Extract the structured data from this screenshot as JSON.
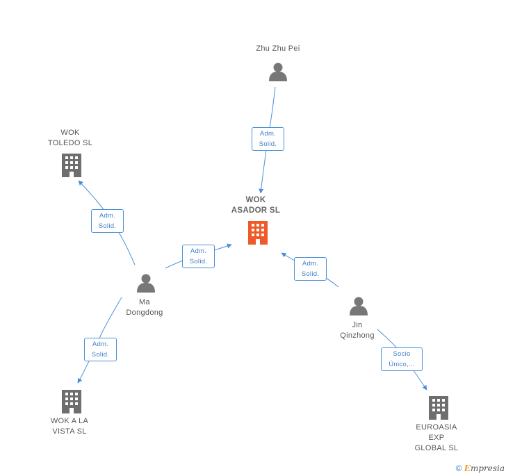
{
  "nodes": {
    "zhu_zhu_pei": {
      "label": "Zhu Zhu Pei",
      "kind": "person"
    },
    "wok_toledo": {
      "label": "WOK\nTOLEDO SL",
      "kind": "company"
    },
    "wok_asador": {
      "label": "WOK\nASADOR SL",
      "kind": "company-main"
    },
    "ma_dongdong": {
      "label": "Ma\nDongdong",
      "kind": "person"
    },
    "jin_qinzhong": {
      "label": "Jin\nQinzhong",
      "kind": "person"
    },
    "wok_a_la_vista": {
      "label": "WOK A LA\nVISTA SL",
      "kind": "company"
    },
    "euroasia": {
      "label": "EUROASIA\nEXP\nGLOBAL SL",
      "kind": "company"
    }
  },
  "relations": {
    "zhu_to_asador": "Adm.\nSolid.",
    "ma_to_toledo": "Adm.\nSolid.",
    "ma_to_asador": "Adm.\nSolid.",
    "jin_to_asador": "Adm.\nSolid.",
    "ma_to_vista": "Adm.\nSolid.",
    "jin_to_euroasia": "Socio\nÚnico,..."
  },
  "colors": {
    "edge": "#4a90d9",
    "person_icon": "#777777",
    "company_icon": "#6e6e6e",
    "main_company_icon": "#f05a28"
  },
  "footer": {
    "copyright": "©",
    "brand_initial": "E",
    "brand_rest": "mpresia"
  }
}
